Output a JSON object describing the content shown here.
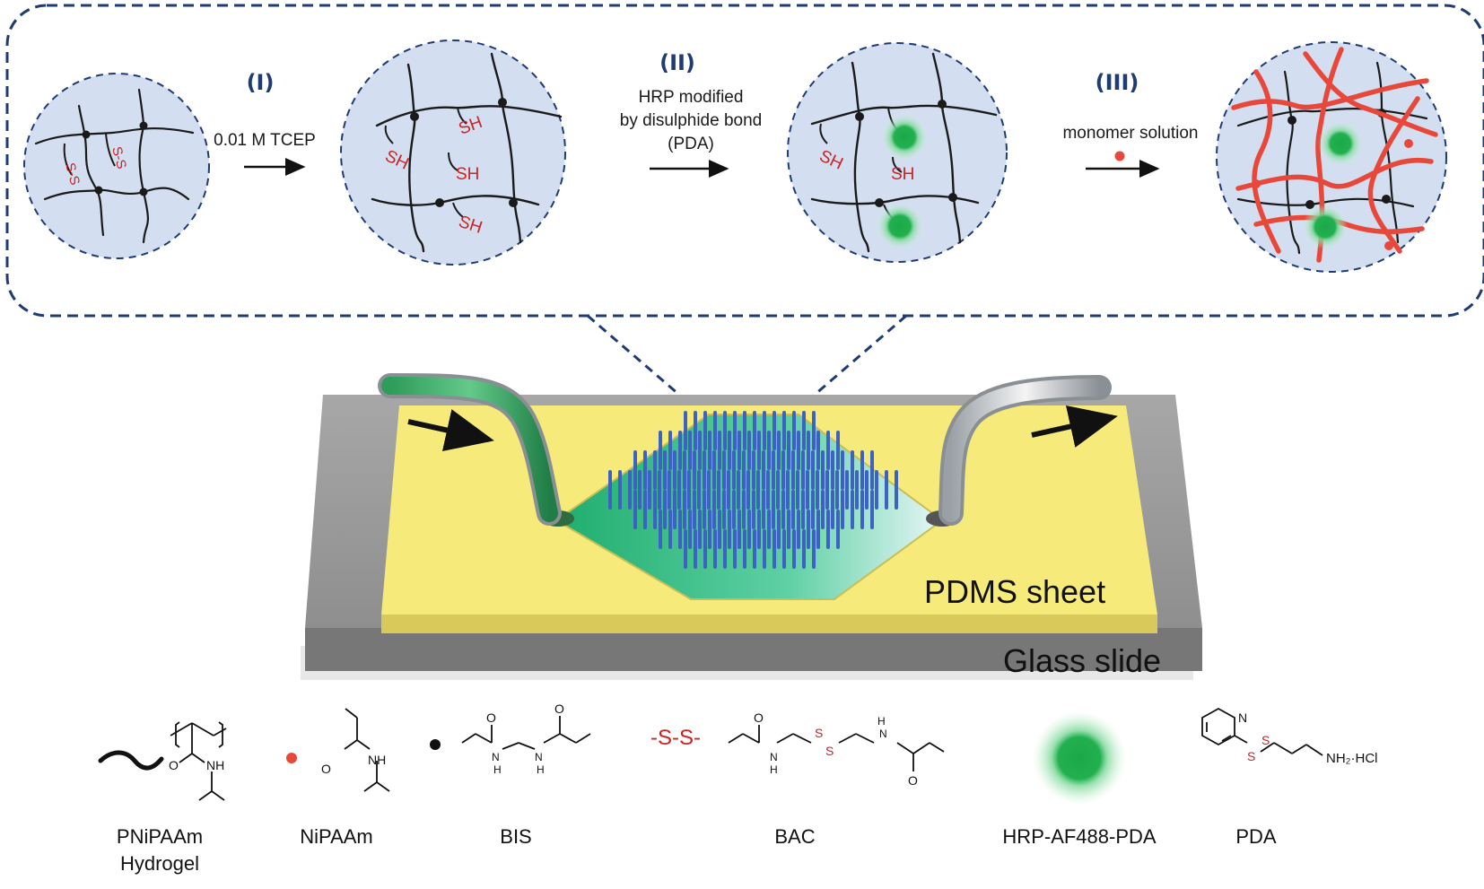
{
  "steps": {
    "step1": {
      "numeral": "(I)",
      "reagent": "0.01 M TCEP"
    },
    "step2": {
      "numeral": "(II)",
      "reagent_line1": "HRP modified",
      "reagent_line2": "by disulphide bond",
      "reagent_line3": "(PDA)"
    },
    "step3": {
      "numeral": "(III)",
      "reagent": "monomer solution"
    }
  },
  "circle_labels": {
    "disulfide_a": "S-S",
    "disulfide_b": "S-S",
    "thiol": "SH"
  },
  "device": {
    "pdms_label": "PDMS sheet",
    "glass_label": "Glass slide"
  },
  "legend": {
    "pnipaam": {
      "line1": "PNiPAAm",
      "line2": "Hydrogel"
    },
    "nipaam": "NiPAAm",
    "bis": "BIS",
    "bac": "BAC",
    "bac_symbol": "-S-S-",
    "hrp": "HRP-AF488-PDA",
    "pda": "PDA"
  },
  "chem_text": {
    "o": "O",
    "nh": "NH",
    "n": "N",
    "h": "H",
    "s": "S",
    "nh2hcl": "NH₂·HCl"
  },
  "colors": {
    "frame": "#1f3b73",
    "circle_fill": "#d3dff0",
    "network": "#1a1a1a",
    "thiol": "#cc2222",
    "polymer": "#e8483a",
    "enzyme": "#19b34a",
    "pdms": "#f5ea7a",
    "glass": "#8c8c8c",
    "pillars": "#3c62c4"
  },
  "icons": [
    "arrow-right-icon",
    "green-glow-sphere-icon",
    "red-dot-icon",
    "black-dot-icon",
    "tube-icon"
  ]
}
